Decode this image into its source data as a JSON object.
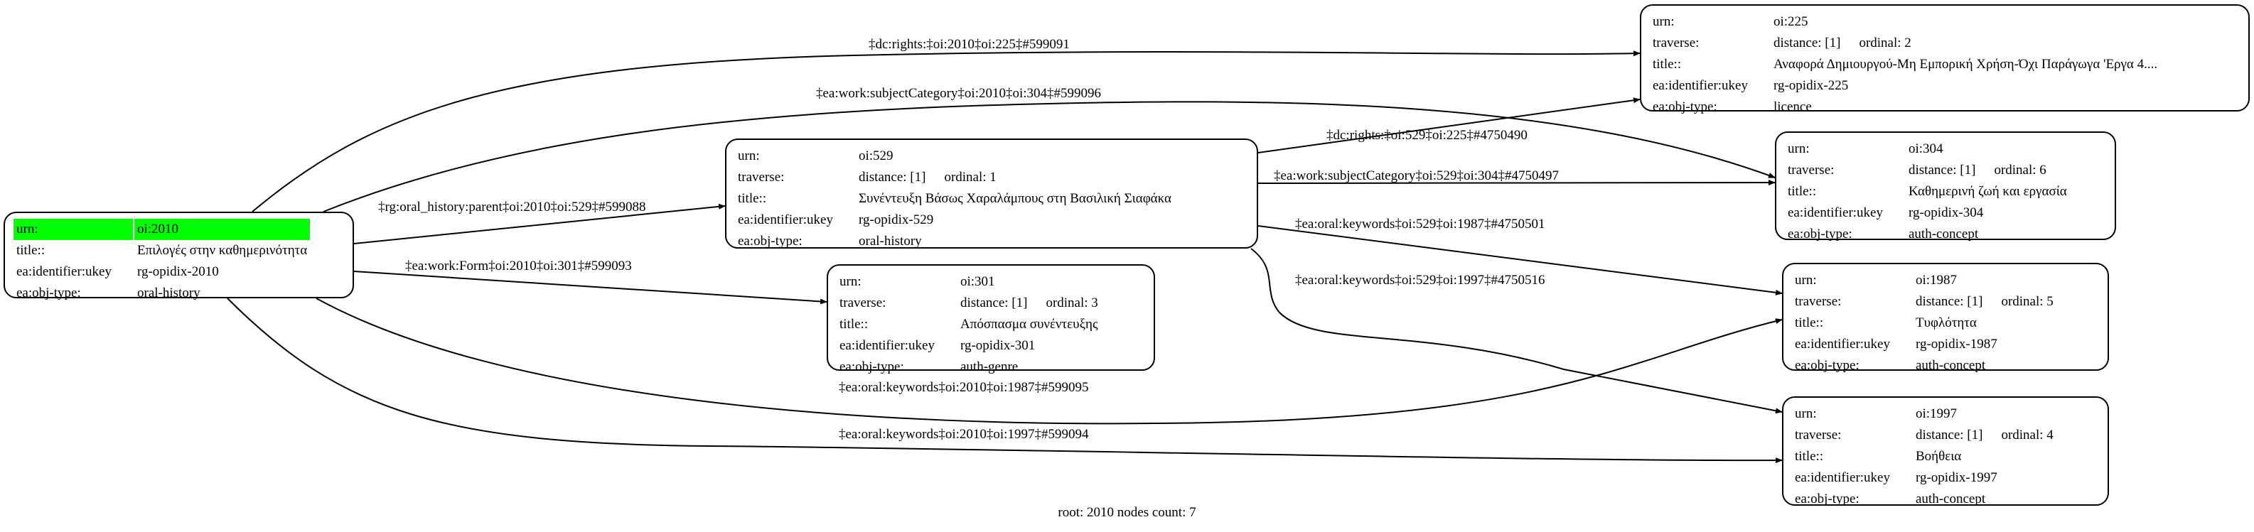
{
  "nodes": [
    {
      "id": "2010",
      "root": true,
      "rows": [
        {
          "key": "urn:",
          "value": "oi:2010"
        },
        {
          "key": "title::",
          "value": "Επιλογές στην καθημερινότητα"
        },
        {
          "key": "ea:identifier:ukey",
          "value": "rg-opidix-2010"
        },
        {
          "key": "ea:obj-type:",
          "value": "oral-history"
        }
      ]
    },
    {
      "id": "529",
      "traverse": {
        "key": "traverse:",
        "distance": "distance: [1]",
        "ordinal": "ordinal: 1"
      },
      "rows": [
        {
          "key": "urn:",
          "value": "oi:529"
        },
        {
          "key": "title::",
          "value": "Συνέντευξη Βάσως Χαραλάμπους στη Βασιλική Σιαφάκα"
        },
        {
          "key": "ea:identifier:ukey",
          "value": "rg-opidix-529"
        },
        {
          "key": "ea:obj-type:",
          "value": "oral-history"
        }
      ]
    },
    {
      "id": "301",
      "traverse": {
        "key": "traverse:",
        "distance": "distance: [1]",
        "ordinal": "ordinal: 3"
      },
      "rows": [
        {
          "key": "urn:",
          "value": "oi:301"
        },
        {
          "key": "title::",
          "value": "Απόσπασμα συνέντευξης"
        },
        {
          "key": "ea:identifier:ukey",
          "value": "rg-opidix-301"
        },
        {
          "key": "ea:obj-type:",
          "value": "auth-genre"
        }
      ]
    },
    {
      "id": "225",
      "traverse": {
        "key": "traverse:",
        "distance": "distance: [1]",
        "ordinal": "ordinal: 2"
      },
      "rows": [
        {
          "key": "urn:",
          "value": "oi:225"
        },
        {
          "key": "title::",
          "value": "Αναφορά Δημιουργού-Μη Εμπορική Χρήση-Όχι Παράγωγα 'Εργα 4...."
        },
        {
          "key": "ea:identifier:ukey",
          "value": "rg-opidix-225"
        },
        {
          "key": "ea:obj-type:",
          "value": "licence"
        }
      ]
    },
    {
      "id": "304",
      "traverse": {
        "key": "traverse:",
        "distance": "distance: [1]",
        "ordinal": "ordinal: 6"
      },
      "rows": [
        {
          "key": "urn:",
          "value": "oi:304"
        },
        {
          "key": "title::",
          "value": "Καθημερινή ζωή και εργασία"
        },
        {
          "key": "ea:identifier:ukey",
          "value": "rg-opidix-304"
        },
        {
          "key": "ea:obj-type:",
          "value": "auth-concept"
        }
      ]
    },
    {
      "id": "1987",
      "traverse": {
        "key": "traverse:",
        "distance": "distance: [1]",
        "ordinal": "ordinal: 5"
      },
      "rows": [
        {
          "key": "urn:",
          "value": "oi:1987"
        },
        {
          "key": "title::",
          "value": "Τυφλότητα"
        },
        {
          "key": "ea:identifier:ukey",
          "value": "rg-opidix-1987"
        },
        {
          "key": "ea:obj-type:",
          "value": "auth-concept"
        }
      ]
    },
    {
      "id": "1997",
      "traverse": {
        "key": "traverse:",
        "distance": "distance: [1]",
        "ordinal": "ordinal: 4"
      },
      "rows": [
        {
          "key": "urn:",
          "value": "oi:1997"
        },
        {
          "key": "title::",
          "value": "Βοήθεια"
        },
        {
          "key": "ea:identifier:ukey",
          "value": "rg-opidix-1997"
        },
        {
          "key": "ea:obj-type:",
          "value": "auth-concept"
        }
      ]
    }
  ],
  "edges": [
    {
      "from": "2010",
      "to": "225",
      "label": "‡dc:rights:‡oi:2010‡oi:225‡#599091"
    },
    {
      "from": "2010",
      "to": "304",
      "label": "‡ea:work:subjectCategory‡oi:2010‡oi:304‡#599096"
    },
    {
      "from": "2010",
      "to": "529",
      "label": "‡rg:oral_history:parent‡oi:2010‡oi:529‡#599088"
    },
    {
      "from": "2010",
      "to": "301",
      "label": "‡ea:work:Form‡oi:2010‡oi:301‡#599093"
    },
    {
      "from": "2010",
      "to": "1987",
      "label": "‡ea:oral:keywords‡oi:2010‡oi:1987‡#599095"
    },
    {
      "from": "2010",
      "to": "1997",
      "label": "‡ea:oral:keywords‡oi:2010‡oi:1997‡#599094"
    },
    {
      "from": "529",
      "to": "225",
      "label": "‡dc:rights:‡oi:529‡oi:225‡#4750490"
    },
    {
      "from": "529",
      "to": "304",
      "label": "‡ea:work:subjectCategory‡oi:529‡oi:304‡#4750497"
    },
    {
      "from": "529",
      "to": "1987",
      "label": "‡ea:oral:keywords‡oi:529‡oi:1987‡#4750501"
    },
    {
      "from": "529",
      "to": "1997",
      "label": "‡ea:oral:keywords‡oi:529‡oi:1997‡#4750516"
    }
  ],
  "footer": "root: 2010 nodes count: 7"
}
